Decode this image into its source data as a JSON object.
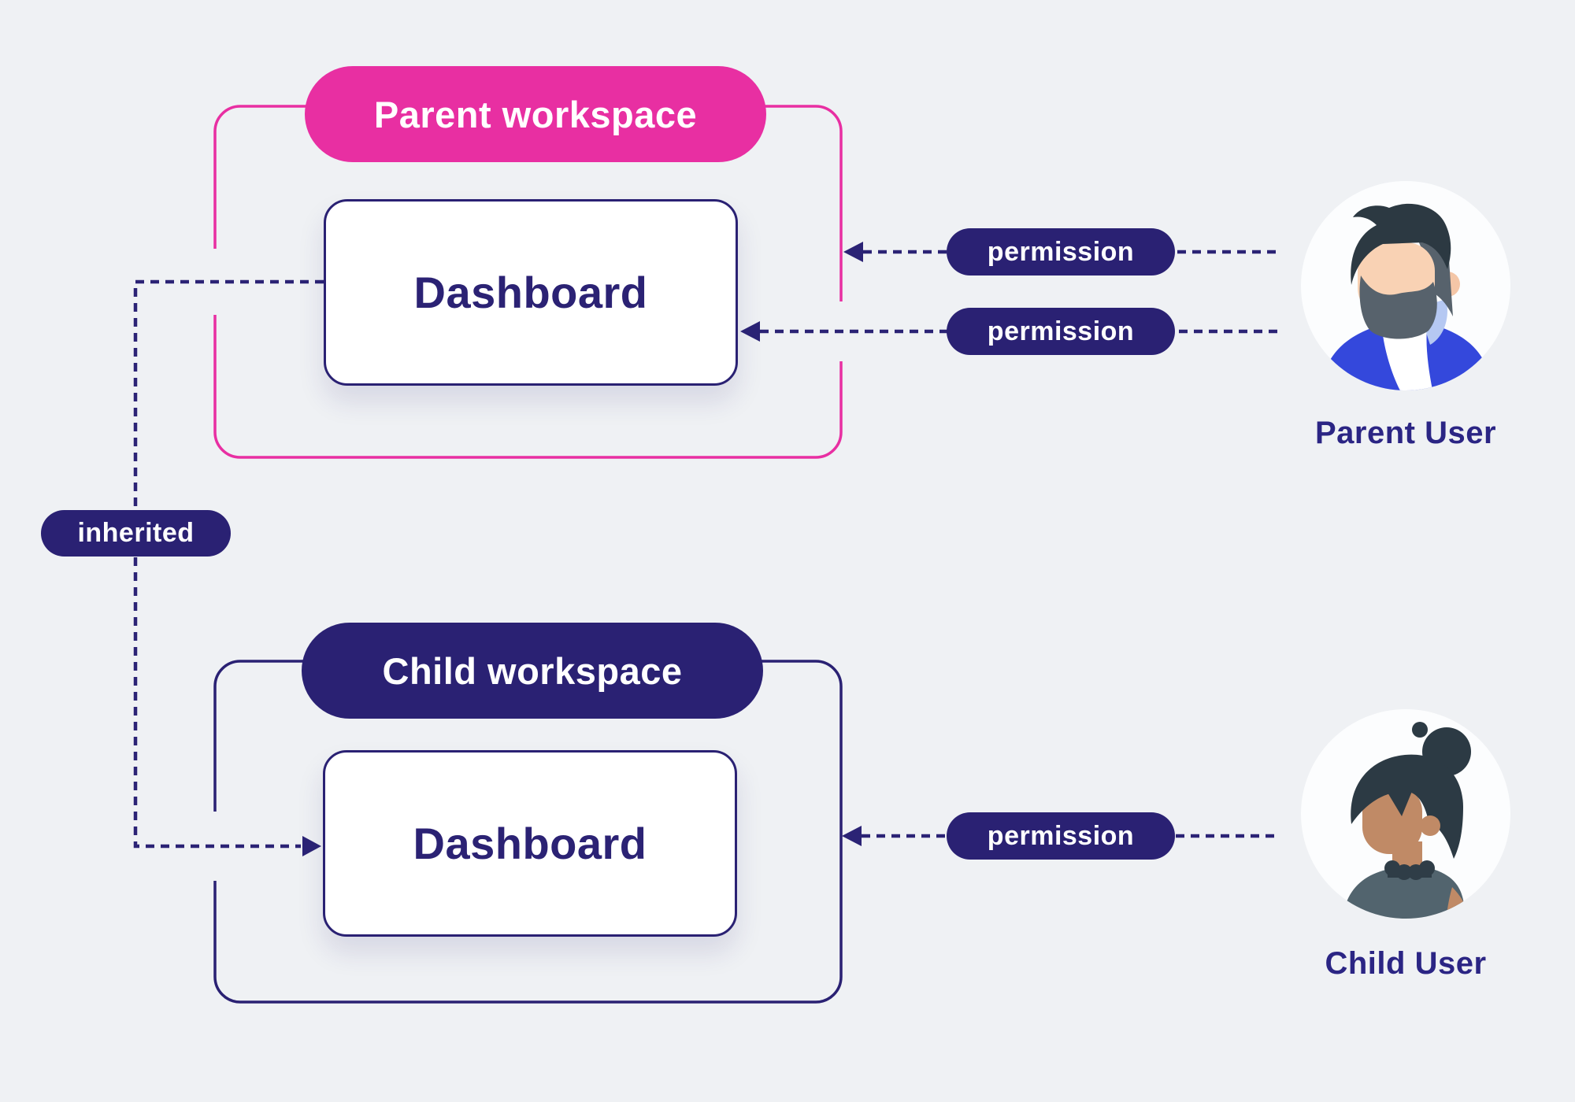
{
  "background_color": "#eff1f4",
  "accent_colors": {
    "parent_pink": "#e82fa2",
    "navy": "#2a2173",
    "text_navy": "#2b2274"
  },
  "parent_workspace": {
    "label": "Parent workspace",
    "dashboard_label": "Dashboard"
  },
  "child_workspace": {
    "label": "Child workspace",
    "dashboard_label": "Dashboard"
  },
  "connectors": {
    "inherited_label": "inherited",
    "permissions": [
      "permission",
      "permission",
      "permission"
    ]
  },
  "users": {
    "parent": {
      "name": "Parent User",
      "avatar": "bearded-man-illustration"
    },
    "child": {
      "name": "Child User",
      "avatar": "woman-with-bun-illustration"
    }
  }
}
